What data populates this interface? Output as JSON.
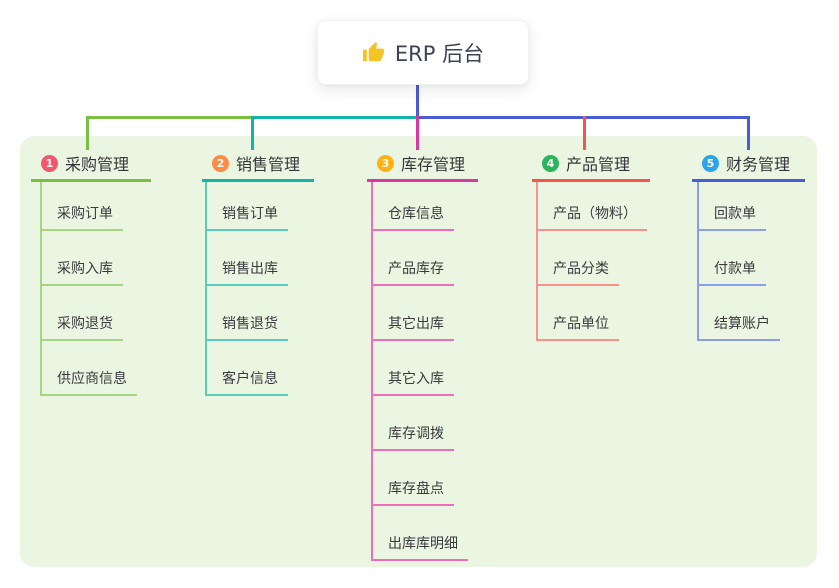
{
  "root": {
    "label": "ERP 后台",
    "icon": "thumbs-up-icon",
    "icon_color": "#f5c324"
  },
  "colors": {
    "page_background": "#ffffff",
    "panel_background": "#eaf6e2",
    "root_line": "#4a5cd5",
    "root_text": "#3e4354",
    "header_text": "#35363a",
    "child_text": "#3a3a3e"
  },
  "branches": [
    {
      "number": "1",
      "title": "采购管理",
      "badge_color": "#f4566e",
      "line_color": "#7cbe41",
      "child_line_color": "#a8d584",
      "children": [
        "采购订单",
        "采购入库",
        "采购退货",
        "供应商信息"
      ]
    },
    {
      "number": "2",
      "title": "销售管理",
      "badge_color": "#fc8c45",
      "line_color": "#14b3a7",
      "child_line_color": "#5accbd",
      "children": [
        "销售订单",
        "销售出库",
        "销售退货",
        "客户信息"
      ]
    },
    {
      "number": "3",
      "title": "库存管理",
      "badge_color": "#ffb112",
      "line_color": "#d8399f",
      "child_line_color": "#ec6fb9",
      "children": [
        "仓库信息",
        "产品库存",
        "其它出库",
        "其它入库",
        "库存调拨",
        "库存盘点",
        "出库库明细"
      ]
    },
    {
      "number": "4",
      "title": "产品管理",
      "badge_color": "#2cb45c",
      "line_color": "#f8544b",
      "child_line_color": "#f9928b",
      "children": [
        "产品（物料）",
        "产品分类",
        "产品单位"
      ]
    },
    {
      "number": "5",
      "title": "财务管理",
      "badge_color": "#2ba4ea",
      "line_color": "#4a5cd5",
      "child_line_color": "#8c9ee8",
      "children": [
        "回款单",
        "付款单",
        "结算账户"
      ]
    }
  ]
}
